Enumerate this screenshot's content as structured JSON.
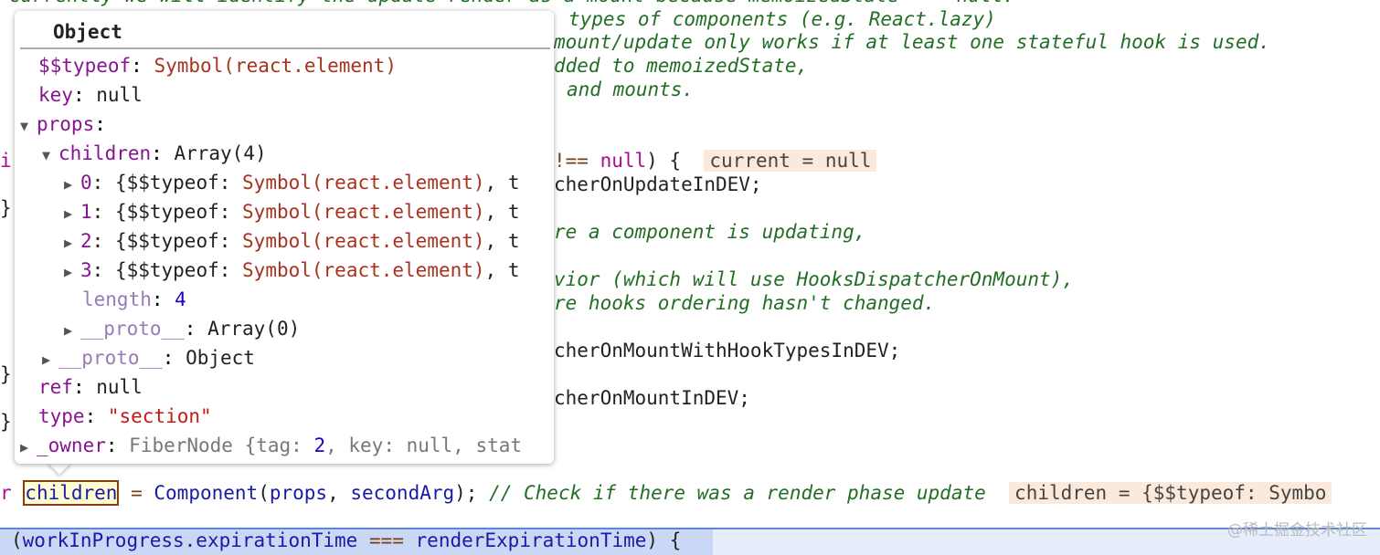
{
  "code": {
    "l0": "currently we will identify the update render as a mount because memoizedState === null.",
    "l1": "types of components (e.g. React.lazy)",
    "l2": "mount/update only works if at least one stateful hook is used.",
    "l3": "dded to memoizedState,",
    "l4": "and mounts.",
    "l5a": "i",
    "l5b": "!== ",
    "l5c": "null",
    "l5d": ") {",
    "l5inline": "current = null",
    "l6": "cherOnUpdateInDEV;",
    "brace": "}",
    "l8": "re a component is updating,",
    "l10": "vior (which will use HooksDispatcherOnMount),",
    "l11": "re hooks ordering hasn't changed.",
    "l13": "cherOnMountWithHookTypesInDEV;",
    "l15": "cherOnMountInDEV;",
    "l19a": "r ",
    "l19var": "children",
    "l19b": " = ",
    "l19c": "Component",
    "l19d": "(",
    "l19e": "props",
    "l19f": ", ",
    "l19g": "secondArg",
    "l19h": "); ",
    "l19comment": "// Check if there was a render phase update",
    "l19inline": "children = {$$typeof: Symbo",
    "l21a": "(",
    "l21b": "workInProgress.expirationTime",
    "l21c": " === ",
    "l21d": "renderExpirationTime",
    "l21e": ") {"
  },
  "popup": {
    "title": "Object",
    "typeof_key": "$$typeof",
    "typeof_val": "Symbol(react.element)",
    "key_key": "key",
    "key_val": "null",
    "props_key": "props",
    "children_key": "children",
    "children_val": "Array(4)",
    "items": [
      {
        "idx": "0",
        "val": "Symbol(react.element)"
      },
      {
        "idx": "1",
        "val": "Symbol(react.element)"
      },
      {
        "idx": "2",
        "val": "Symbol(react.element)"
      },
      {
        "idx": "3",
        "val": "Symbol(react.element)"
      }
    ],
    "item_prefix": ": {$$typeof: ",
    "item_suffix": ", t",
    "length_key": "length",
    "length_val": "4",
    "proto_key": "__proto__",
    "proto_arr": "Array(0)",
    "proto_obj": "Object",
    "ref_key": "ref",
    "ref_val": "null",
    "type_key": "type",
    "type_val": "\"section\"",
    "owner_key": "_owner",
    "owner_val": "FiberNode {tag: ",
    "owner_tag": "2",
    "owner_rest": ", key: null, stat"
  },
  "watermark": "@稀土掘金技术社区"
}
